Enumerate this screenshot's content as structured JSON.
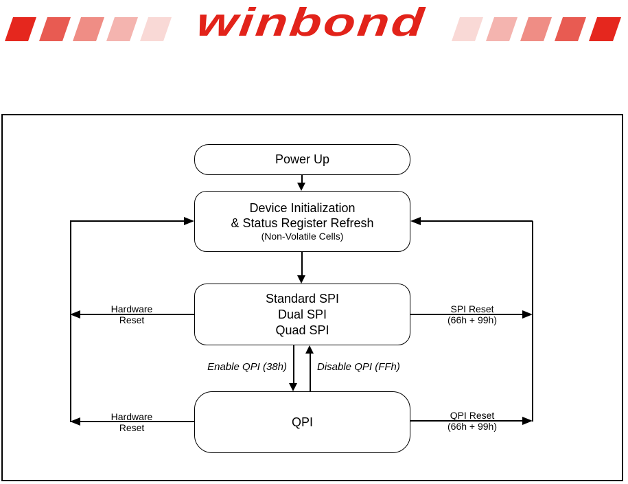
{
  "logo": {
    "text": "winbond",
    "brand_color": "#e2231a",
    "left_stripes": [
      "#e5271e",
      "#e85b52",
      "#ef8d85",
      "#f4b4af",
      "#f9d9d6"
    ],
    "right_stripes": [
      "#f9d9d6",
      "#f4b4af",
      "#ef8d85",
      "#e85b52",
      "#e5271e"
    ]
  },
  "diagram": {
    "nodes": {
      "power_up": {
        "label": "Power Up"
      },
      "device_init": {
        "line1": "Device Initialization",
        "line2": "& Status Register Refresh",
        "line3": "(Non-Volatile Cells)"
      },
      "spi": {
        "line1": "Standard SPI",
        "line2": "Dual SPI",
        "line3": "Quad SPI"
      },
      "qpi": {
        "label": "QPI"
      }
    },
    "edges": {
      "hw_reset_spi": {
        "line1": "Hardware",
        "line2": "Reset"
      },
      "hw_reset_qpi": {
        "line1": "Hardware",
        "line2": "Reset"
      },
      "spi_reset": {
        "line1": "SPI Reset",
        "line2": "(66h + 99h)"
      },
      "qpi_reset": {
        "line1": "QPI Reset",
        "line2": "(66h + 99h)"
      },
      "enable_qpi": {
        "label": "Enable QPI (38h)"
      },
      "disable_qpi": {
        "label": "Disable QPI (FFh)"
      }
    }
  }
}
